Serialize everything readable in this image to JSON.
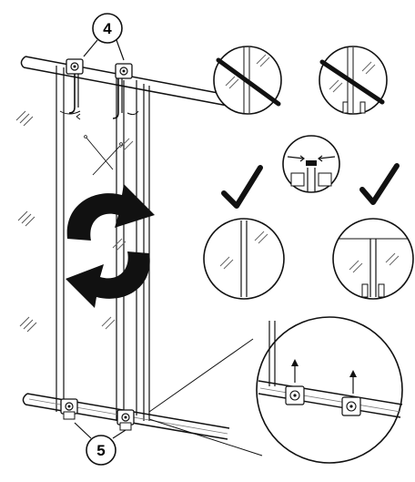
{
  "steps": [
    {
      "number": "4"
    },
    {
      "number": "5"
    }
  ],
  "detail_views": [
    {
      "name": "gap-wrong",
      "status": "incorrect"
    },
    {
      "name": "bottom-wrong",
      "status": "incorrect"
    },
    {
      "name": "gap-correct",
      "status": "correct"
    },
    {
      "name": "bottom-correct",
      "status": "correct"
    },
    {
      "name": "adjust-gap",
      "status": "adjust"
    },
    {
      "name": "lower-roller",
      "status": "adjust"
    }
  ],
  "colors": {
    "ink": "#1a1a1a",
    "paper": "#ffffff",
    "glass_hatch": "#555555"
  }
}
